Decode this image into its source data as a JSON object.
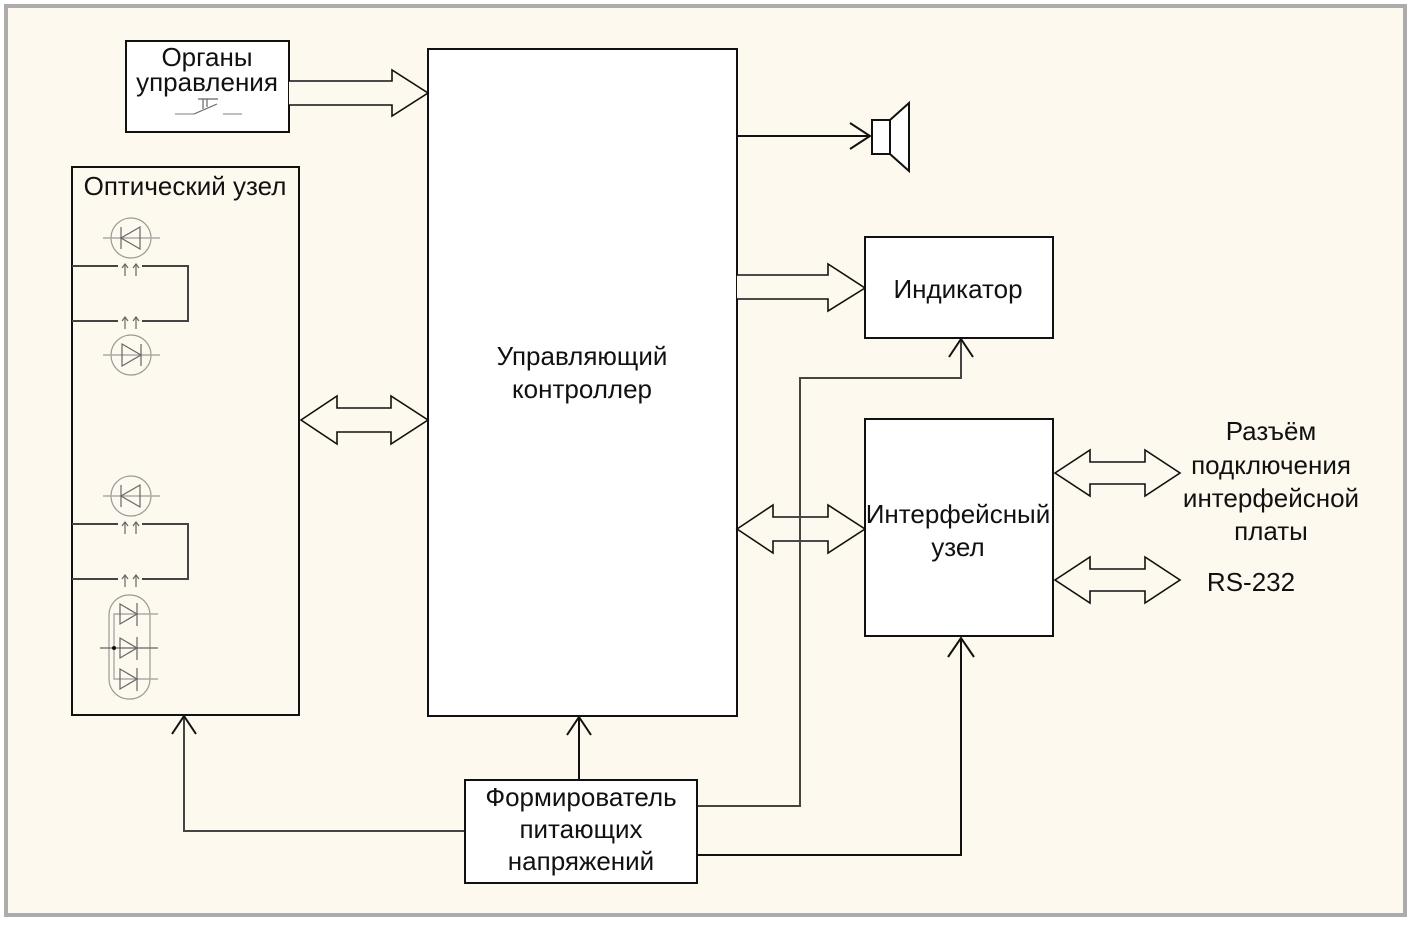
{
  "diagram": {
    "type": "block-diagram",
    "language": "ru",
    "blocks": {
      "controls": {
        "label_lines": [
          "Органы",
          "управления"
        ],
        "icon": "push-button-switch-icon"
      },
      "optical": {
        "label_lines": [
          "Оптический узел"
        ],
        "icons": [
          "photodiode-icon",
          "photodiode-icon",
          "photodiode-icon",
          "led-array-icon"
        ]
      },
      "controller": {
        "label_lines": [
          "Управляющий",
          "контроллер"
        ]
      },
      "indicator": {
        "label_lines": [
          "Индикатор"
        ]
      },
      "interface": {
        "label_lines": [
          "Интерфейсный",
          "узел"
        ]
      },
      "power": {
        "label_lines": [
          "Формирователь",
          "питающих",
          "напряжений"
        ]
      },
      "speaker": {
        "icon": "speaker-icon"
      }
    },
    "external_labels": {
      "connector": [
        "Разъём",
        "подключения",
        "интерфейсной",
        "платы"
      ],
      "rs232": "RS-232"
    },
    "connections": [
      {
        "from": "controls",
        "to": "controller",
        "kind": "bus",
        "direction": "one-way"
      },
      {
        "from": "optical",
        "to": "controller",
        "kind": "bus",
        "direction": "two-way"
      },
      {
        "from": "controller",
        "to": "speaker",
        "kind": "line",
        "direction": "one-way"
      },
      {
        "from": "controller",
        "to": "indicator",
        "kind": "bus",
        "direction": "one-way"
      },
      {
        "from": "controller",
        "to": "interface",
        "kind": "bus",
        "direction": "two-way"
      },
      {
        "from": "interface",
        "to": "connector",
        "kind": "bus",
        "direction": "two-way"
      },
      {
        "from": "interface",
        "to": "rs232",
        "kind": "bus",
        "direction": "two-way"
      },
      {
        "from": "power",
        "to": "controller",
        "kind": "line",
        "direction": "one-way"
      },
      {
        "from": "power",
        "to": "optical",
        "kind": "line",
        "direction": "one-way"
      },
      {
        "from": "power",
        "to": "indicator",
        "kind": "line",
        "direction": "one-way"
      },
      {
        "from": "power",
        "to": "interface",
        "kind": "line",
        "direction": "one-way"
      }
    ]
  }
}
